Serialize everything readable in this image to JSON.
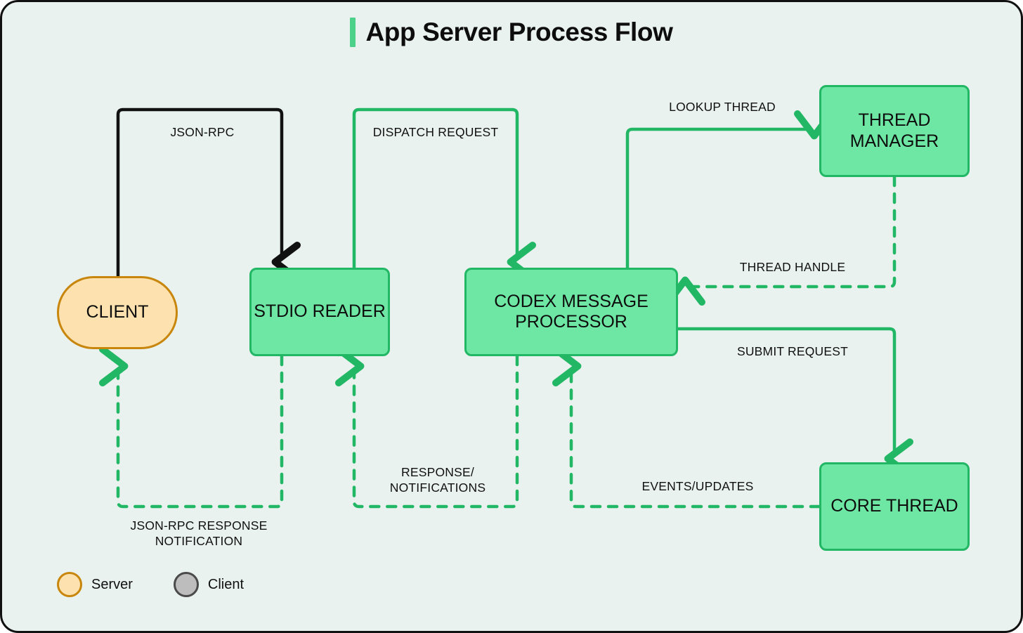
{
  "title": {
    "text": "App Server Process Flow",
    "accent_color": "#4cd08a"
  },
  "colors": {
    "background": "#e9f2ee",
    "border": "#111111",
    "server_fill": "#fde2b0",
    "server_stroke": "#c8860d",
    "process_fill": "#6ee7a4",
    "process_stroke": "#22b765",
    "flow_green": "#22b765",
    "flow_black": "#111111",
    "client_fill": "#bdbdbd",
    "client_stroke": "#4a4a4a"
  },
  "nodes": [
    {
      "id": "client",
      "label": "CLIENT",
      "kind": "server"
    },
    {
      "id": "stdio",
      "label": "STDIO\nREADER",
      "kind": "process"
    },
    {
      "id": "codex",
      "label": "CODEX MESSAGE\nPROCESSOR",
      "kind": "process"
    },
    {
      "id": "threadmgr",
      "label": "THREAD\nMANAGER",
      "kind": "process"
    },
    {
      "id": "core",
      "label": "CORE\nTHREAD",
      "kind": "process"
    }
  ],
  "edges": [
    {
      "id": "json-rpc",
      "label": "JSON-RPC",
      "from": "client",
      "to": "stdio",
      "style": "solid",
      "color": "#111111"
    },
    {
      "id": "dispatch-request",
      "label": "DISPATCH REQUEST",
      "from": "stdio",
      "to": "codex",
      "style": "solid",
      "color": "#22b765"
    },
    {
      "id": "lookup-thread",
      "label": "LOOKUP THREAD",
      "from": "codex",
      "to": "threadmgr",
      "style": "solid",
      "color": "#22b765"
    },
    {
      "id": "thread-handle",
      "label": "THREAD HANDLE",
      "from": "threadmgr",
      "to": "codex",
      "style": "dashed",
      "color": "#22b765"
    },
    {
      "id": "submit-request",
      "label": "SUBMIT REQUEST",
      "from": "codex",
      "to": "core",
      "style": "solid",
      "color": "#22b765"
    },
    {
      "id": "events-updates",
      "label": "EVENTS/UPDATES",
      "from": "core",
      "to": "codex",
      "style": "dashed",
      "color": "#22b765"
    },
    {
      "id": "response-notifications",
      "label": "RESPONSE/\nNOTIFICATIONS",
      "from": "codex",
      "to": "stdio",
      "style": "dashed",
      "color": "#22b765"
    },
    {
      "id": "json-rpc-response",
      "label": "JSON-RPC RESPONSE\nNOTIFICATION",
      "from": "stdio",
      "to": "client",
      "style": "dashed",
      "color": "#22b765"
    }
  ],
  "legend": {
    "items": [
      {
        "id": "server",
        "label": "Server"
      },
      {
        "id": "client",
        "label": "Client"
      }
    ]
  }
}
